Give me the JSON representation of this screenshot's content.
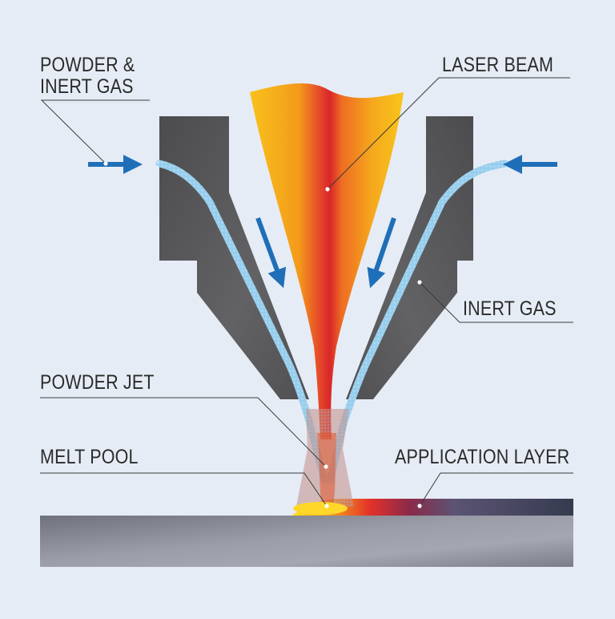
{
  "labels": {
    "powder_inert_gas_line1": "POWDER &",
    "powder_inert_gas_line2": "INERT GAS",
    "laser_beam": "LASER BEAM",
    "inert_gas": "INERT GAS",
    "powder_jet": "POWDER JET",
    "melt_pool": "MELT POOL",
    "application_layer": "APPLICATION LAYER"
  },
  "colors": {
    "background": "#e6ecf5",
    "nozzle": "#5e5e60",
    "nozzle_shadow": "#47474a",
    "gas_channel": "#a9d8f2",
    "arrow": "#1f6fb8",
    "beam_edge": "#f7b81b",
    "beam_core": "#d9262a",
    "substrate": "#8c8f99",
    "application_layer_hot": "#ffd21a",
    "application_layer_cool": "#353b4e",
    "leader_line": "#3a3a3a"
  }
}
